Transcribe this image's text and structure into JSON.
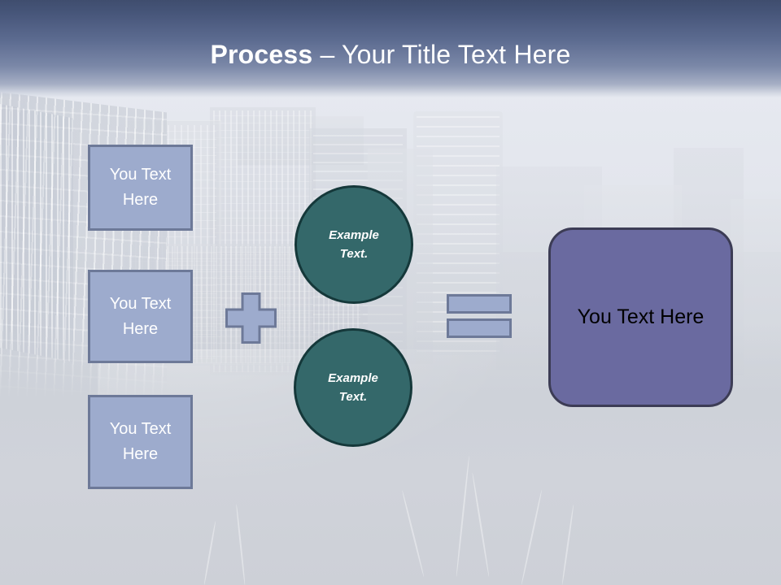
{
  "slide": {
    "title": {
      "bold_part": "Process ",
      "separator": "– ",
      "light_part": "Your Title Text Here"
    },
    "background": {
      "description": "faded cityscape photograph",
      "base_color": "#d2d5db"
    },
    "colors": {
      "header_top": "#3f4d6e",
      "header_bottom": "#a5aec4",
      "input_box_fill": "#9dabcd",
      "input_box_border": "#6d7998",
      "circle_fill": "#34686a",
      "circle_border": "#15383a",
      "result_fill": "#6a6aa0",
      "result_border": "#3c3c55",
      "title_text": "#ffffff",
      "result_text": "#000000"
    },
    "input_boxes": [
      {
        "label": "You Text\nHere",
        "line1": "You Text",
        "line2": "Here"
      },
      {
        "label": "You Text\nHere",
        "line1": "You Text",
        "line2": "Here"
      },
      {
        "label": "You Text\nHere",
        "line1": "You Text",
        "line2": "Here"
      }
    ],
    "operators": {
      "plus": "+",
      "equals": "="
    },
    "circles": [
      {
        "line1": "Example",
        "line2": "Text."
      },
      {
        "line1": "Example",
        "line2": "Text."
      }
    ],
    "result": {
      "label": "You Text Here"
    }
  }
}
